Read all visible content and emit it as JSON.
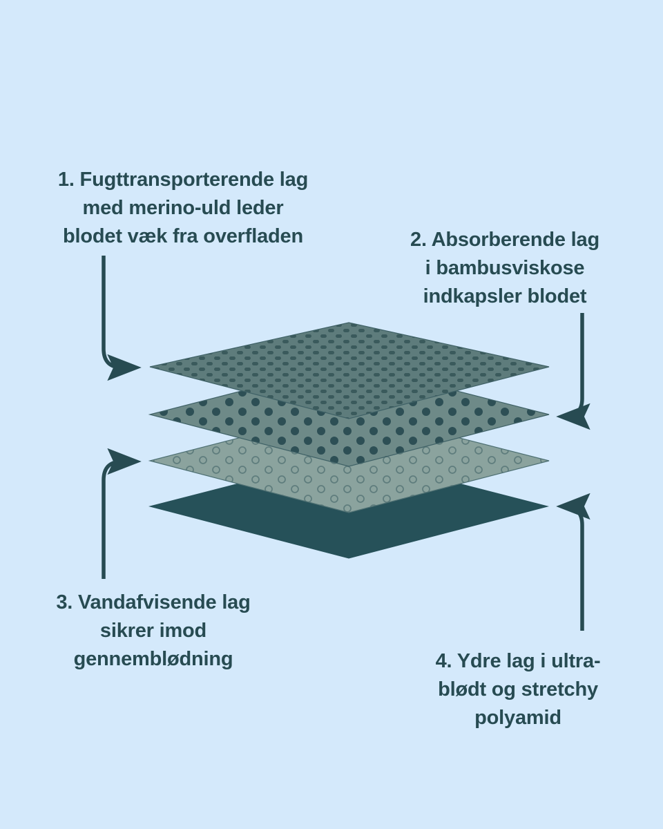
{
  "diagram": {
    "title_visible": false,
    "background_color": "#d4e9fb",
    "text_color": "#274b52",
    "type": "exploded-layer-stack",
    "language": "da",
    "labels": [
      {
        "number": "1.",
        "text": "1.  Fugttransporterende lag\nmed merino-uld leder\nblodet væk fra overfladen",
        "position": "top-left",
        "points_to": "layer-1"
      },
      {
        "number": "2.",
        "text": "2. Absorberende lag\ni bambusviskose\nindkapsler blodet",
        "position": "top-right",
        "points_to": "layer-2"
      },
      {
        "number": "3.",
        "text": "3. Vandafvisende lag\nsikrer imod\ngennemblødning",
        "position": "bottom-left",
        "points_to": "layer-3"
      },
      {
        "number": "4.",
        "text": "4. Ydre lag i ultra-\nblødt og stretchy\npolyamid",
        "position": "bottom-right",
        "points_to": "layer-4"
      }
    ],
    "layers": [
      {
        "id": "layer-1",
        "index": 1,
        "name": "moisture-wicking-merino-layer",
        "fill": "#5e7c7c",
        "pattern": "dense-small-dashes",
        "pattern_color": "#3a5a5c",
        "stroke": "#3f6166"
      },
      {
        "id": "layer-2",
        "index": 2,
        "name": "absorbent-bamboo-viscose-layer",
        "fill": "#6e8a88",
        "pattern": "large-filled-dots",
        "pattern_color": "#2d4f55",
        "stroke": "#3f6166"
      },
      {
        "id": "layer-3",
        "index": 3,
        "name": "water-repellent-layer",
        "fill": "#8ba39e",
        "pattern": "open-circles",
        "pattern_color": "#5f7d7d",
        "stroke": "#4d6f72"
      },
      {
        "id": "layer-4",
        "index": 4,
        "name": "outer-polyamide-layer",
        "fill": "#265159",
        "pattern": "solid",
        "pattern_color": "#265159",
        "stroke": "#265159"
      }
    ],
    "arrows": [
      {
        "id": "arrow-1",
        "from_label": "1.",
        "direction": "down-then-right",
        "head": "right"
      },
      {
        "id": "arrow-2",
        "from_label": "2.",
        "direction": "down-then-left",
        "head": "left"
      },
      {
        "id": "arrow-3",
        "from_label": "3.",
        "direction": "up-then-right",
        "head": "right"
      },
      {
        "id": "arrow-4",
        "from_label": "4.",
        "direction": "up-then-left",
        "head": "left"
      }
    ],
    "arrow_color": "#274b52"
  }
}
